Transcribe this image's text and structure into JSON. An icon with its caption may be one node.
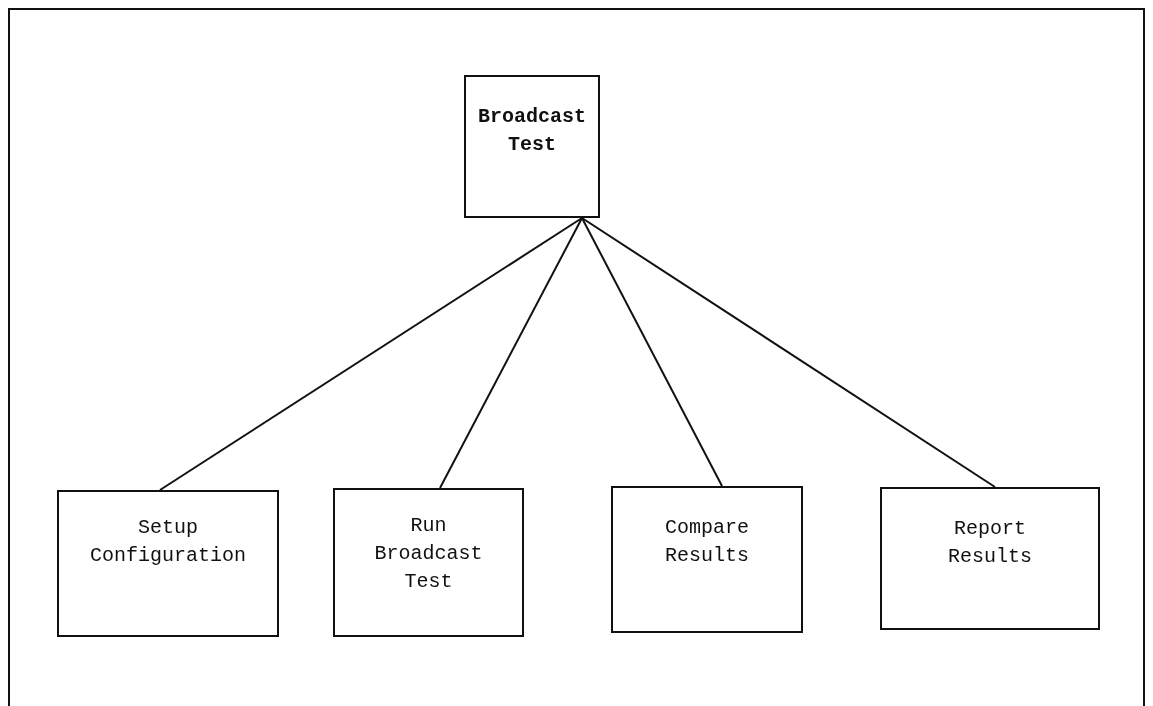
{
  "diagram": {
    "nodes": [
      {
        "text": [
          "Broadcast Test"
        ]
      },
      {
        "text": [
          "Setup Configuration"
        ]
      },
      {
        "text": [
          "Run Broadcast Test"
        ]
      },
      {
        "text": [
          "Compare Results"
        ]
      },
      {
        "text": [
          "Report Results"
        ]
      }
    ],
    "edges": [
      {
        "from": 0,
        "to": 1,
        "arrow": "none"
      },
      {
        "from": 0,
        "to": 2,
        "arrow": "none"
      },
      {
        "from": 0,
        "to": 3,
        "arrow": "none"
      },
      {
        "from": 0,
        "to": 4,
        "arrow": "none"
      }
    ]
  }
}
